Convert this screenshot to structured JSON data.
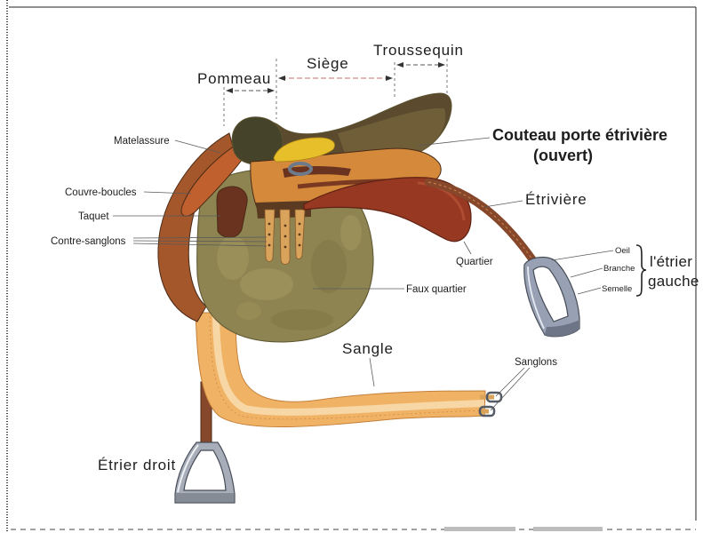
{
  "dimensions": {
    "pommeau": "Pommeau",
    "siege": "Siège",
    "troussequin": "Troussequin"
  },
  "saddle_labels": {
    "matelassure": "Matelassure",
    "couvre_boucles": "Couvre-boucles",
    "taquet": "Taquet",
    "contre_sanglons": "Contre-sanglons",
    "couteau": [
      "Couteau porte étrivière",
      "(ouvert)"
    ],
    "etriviere": "Étrivière",
    "quartier": "Quartier",
    "faux_quartier": "Faux quartier"
  },
  "etrier_gauche": {
    "parts": [
      "Oeil",
      "Branche",
      "Semelle"
    ],
    "title": [
      "l'étrier",
      "gauche"
    ]
  },
  "girth_labels": {
    "sangle": "Sangle",
    "sanglons": "Sanglons",
    "etrier_droit": "Étrier droit"
  },
  "colors": {
    "seat": "#5c4a2f",
    "cantle": "#76663c",
    "pommel": "#45432a",
    "couteau": "#d58a3b",
    "seat_patch": "#e7bf2b",
    "quartier": "#973823",
    "faux_quartier": "#8e8451",
    "knee_roll": "#bf602e",
    "skirt": "#a4572b",
    "taquet": "#6a3320",
    "billets": "#d9a35b",
    "leather_strap": "#86472a",
    "sangle": "#f0b365",
    "stirrup_metal": "#a7aeb9",
    "stirrup_left_metal": "#98a1b3"
  }
}
